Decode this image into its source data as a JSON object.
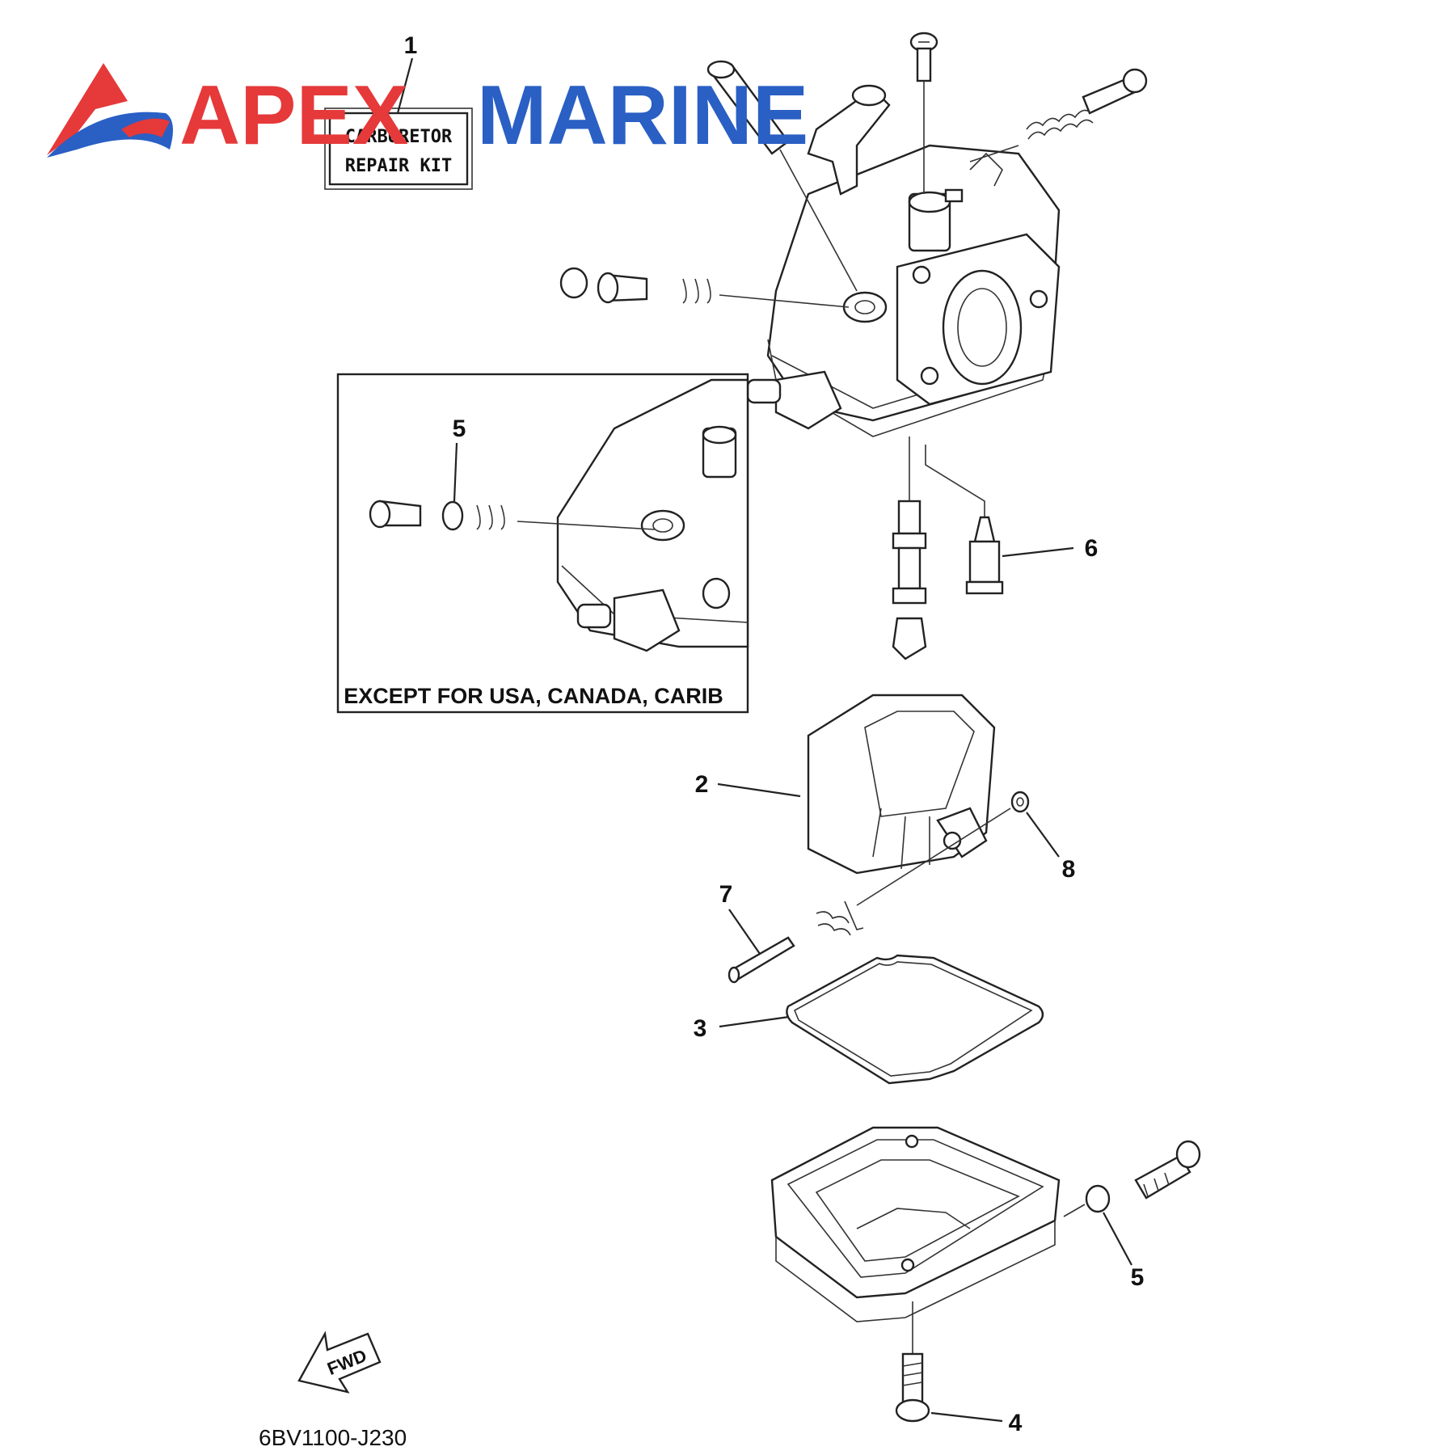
{
  "brand": {
    "word1": "APEX",
    "word2": "MARINE",
    "color_red": "#e5393a",
    "color_blue": "#2a5fc4",
    "logo_icon": "apex-triangle-swoosh-icon"
  },
  "kit_box": {
    "line1": "CARBURETOR",
    "line2": "REPAIR  KIT"
  },
  "callouts": {
    "c1": "1",
    "c2": "2",
    "c3": "3",
    "c4": "4",
    "c5_inset": "5",
    "c5_bottom": "5",
    "c6": "6",
    "c7": "7",
    "c8": "8"
  },
  "inset": {
    "caption": "EXCEPT FOR USA, CANADA, CARIB"
  },
  "fwd": {
    "label": "FWD",
    "icon": "forward-arrow-icon"
  },
  "diagram_code": "6BV1100-J230"
}
